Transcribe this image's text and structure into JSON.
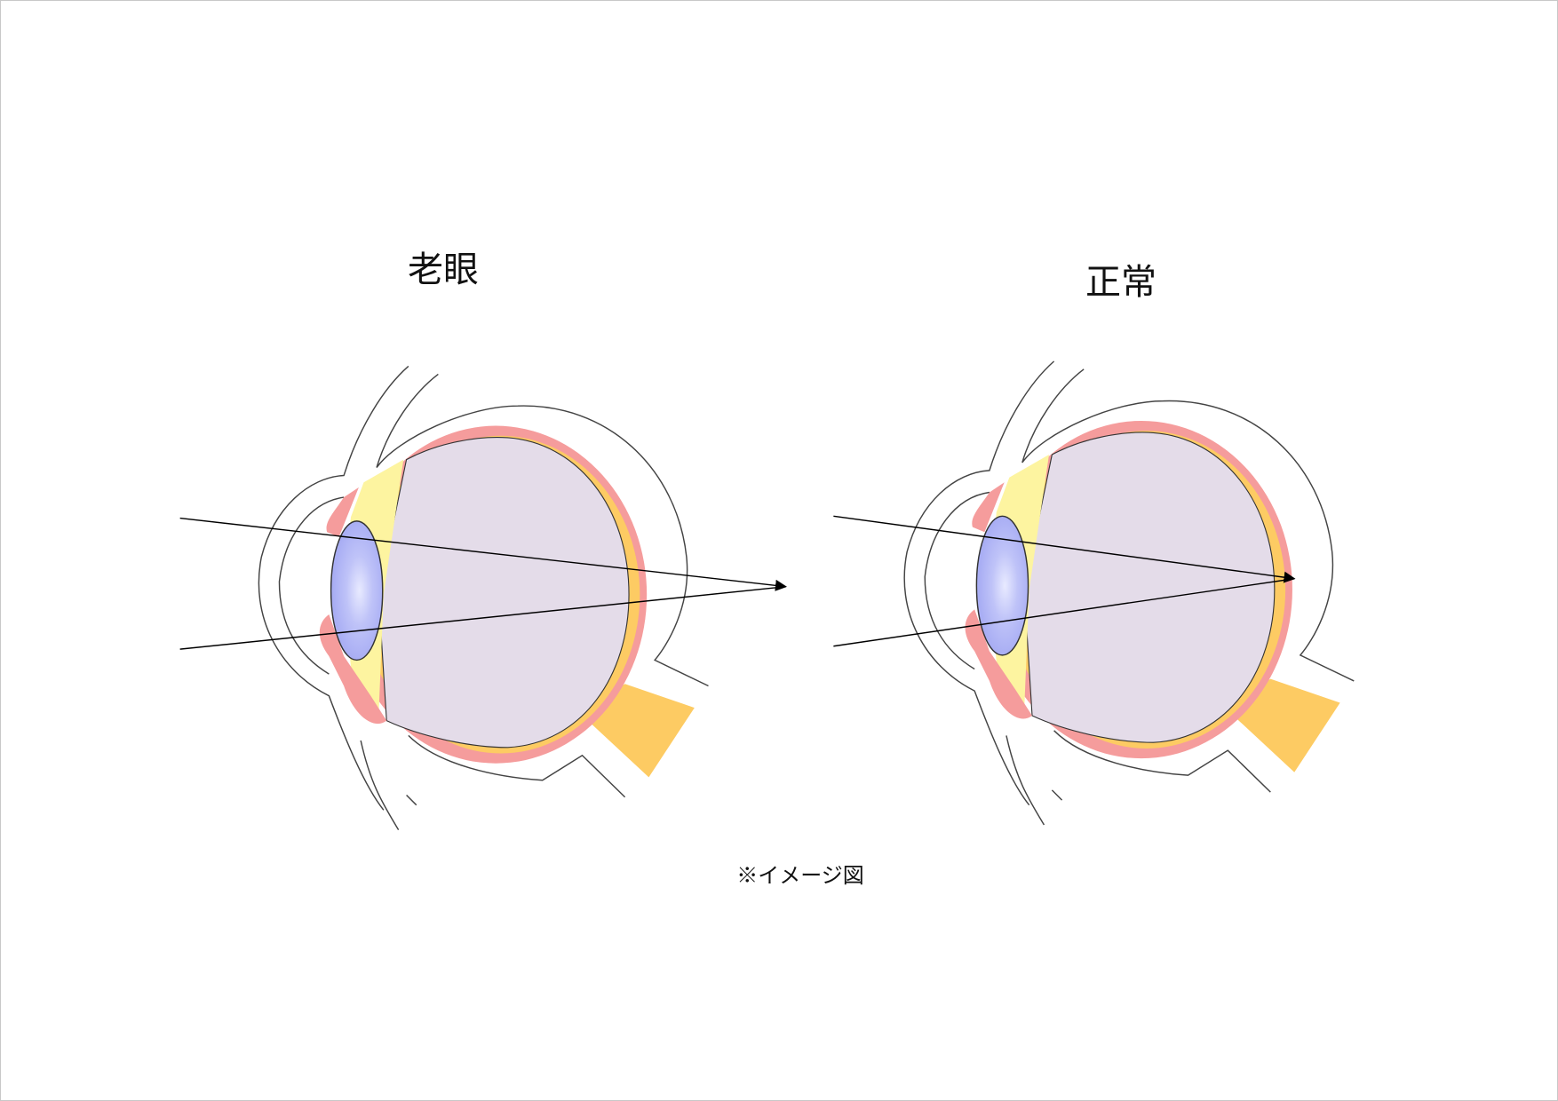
{
  "titles": {
    "presbyopia": "老眼",
    "normal": "正常"
  },
  "caption": "※イメージ図",
  "colors": {
    "sclera": "#f59c9c",
    "choroid": "#fdcb63",
    "vitreous": "#e4dce9",
    "lens": "#aab0f5",
    "ciliary": "#fdf4a0",
    "outline": "#444444"
  }
}
